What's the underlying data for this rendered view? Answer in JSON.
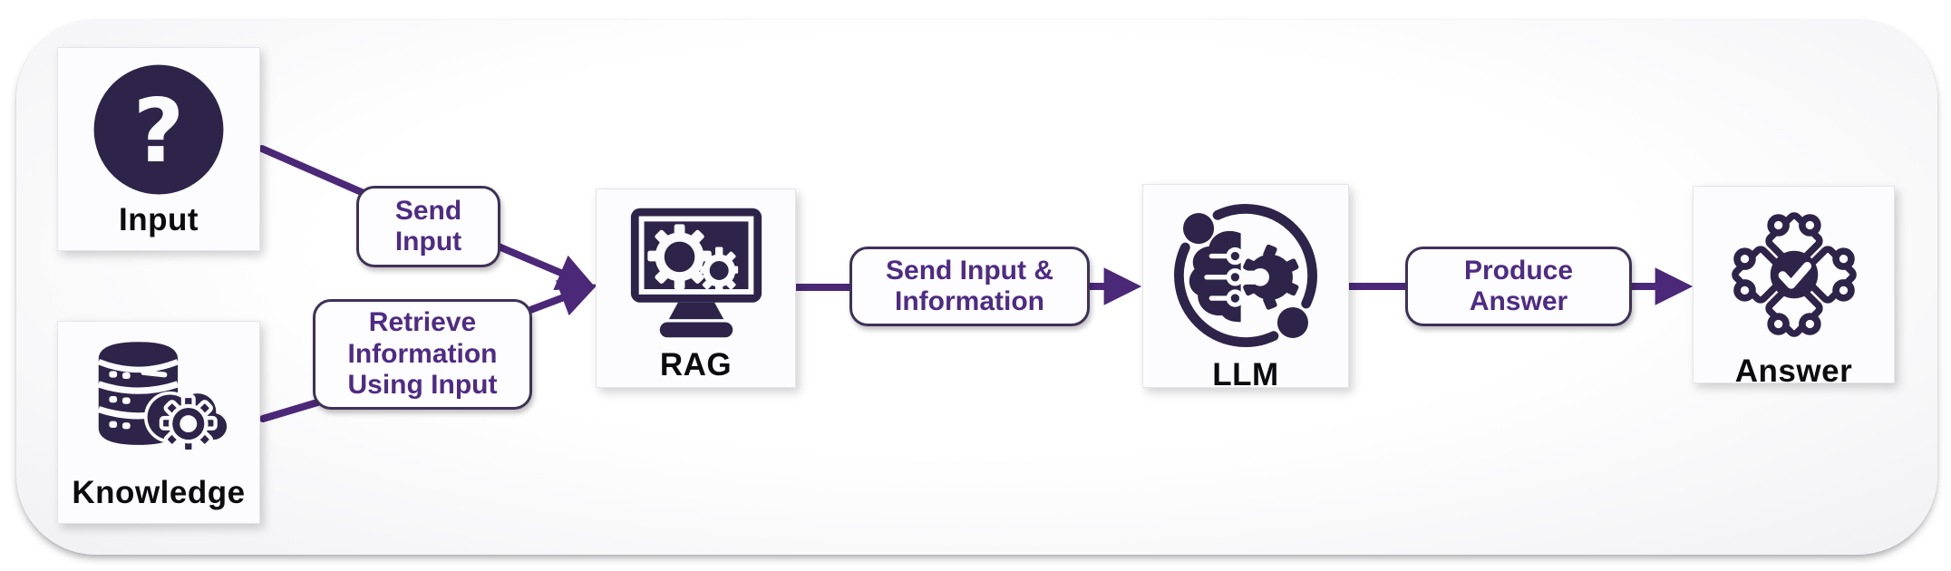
{
  "nodes": {
    "input": {
      "label": "Input"
    },
    "knowledge": {
      "label": "Knowledge"
    },
    "rag": {
      "label": "RAG"
    },
    "llm": {
      "label": "LLM"
    },
    "answer": {
      "label": "Answer"
    }
  },
  "edges": {
    "send_input": {
      "label": "Send Input",
      "from": "Input",
      "to": "RAG"
    },
    "retrieve": {
      "label": "Retrieve Information Using Input",
      "from": "Knowledge",
      "to": "RAG"
    },
    "send_info": {
      "label": "Send Input & Information",
      "from": "RAG",
      "to": "LLM"
    },
    "produce": {
      "label": "Produce Answer",
      "from": "LLM",
      "to": "Answer"
    }
  },
  "icons": {
    "input": "question-mark-icon",
    "knowledge": "database-gear-cloud-icon",
    "rag": "monitor-gears-icon",
    "llm": "brain-gear-circuit-icon",
    "answer": "puzzle-check-icon"
  },
  "colors": {
    "icon_dark": "#2e2449",
    "arrow_purple": "#4b2878",
    "pill_border": "#3e3157",
    "pill_text": "#4e2b85",
    "node_label": "#0c0c10",
    "panel_fill": "#f1f1f4",
    "node_fill": "#fcfcfe"
  }
}
